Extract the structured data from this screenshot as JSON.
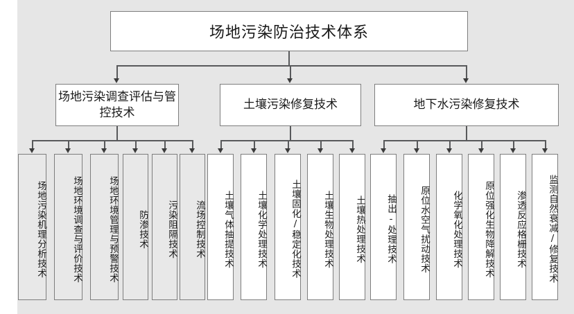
{
  "diagram": {
    "title": "场地污染防治技术体系",
    "background_color": "#e6e6e6",
    "box_border_color": "#7d7d7d",
    "shaded_fill": "#e8e8e8",
    "white_fill": "#ffffff",
    "connector_color": "#58595b",
    "groups": [
      {
        "label": "场地污染调查评估与管控技术",
        "leaves": [
          {
            "label": "场地污染机理分析技术",
            "shaded": true
          },
          {
            "label": "场地环境调查与评价技术",
            "shaded": true
          },
          {
            "label": "场地环境管理与预警技术",
            "shaded": true
          },
          {
            "label": "防渗技术",
            "shaded": true
          },
          {
            "label": "污染阻隔技术",
            "shaded": true
          },
          {
            "label": "流场控制技术",
            "shaded": true
          }
        ]
      },
      {
        "label": "土壤污染修复技术",
        "leaves": [
          {
            "label": "土壤气体抽提技术",
            "shaded": false
          },
          {
            "label": "土壤化学处理技术",
            "shaded": false
          },
          {
            "label": "土壤固化/稳定化技术",
            "shaded": false
          },
          {
            "label": "土壤生物处理技术",
            "shaded": false
          },
          {
            "label": "土壤热处理技术",
            "shaded": false
          }
        ]
      },
      {
        "label": "地下水污染修复技术",
        "leaves": [
          {
            "label": "抽出-处理技术",
            "shaded": false
          },
          {
            "label": "原位水空气扰动技术",
            "shaded": false
          },
          {
            "label": "化学氧化处理技术",
            "shaded": false
          },
          {
            "label": "原位强化生物降解技术",
            "shaded": false
          },
          {
            "label": "渗透反应格栅技术",
            "shaded": false
          },
          {
            "label": "监测自然衰减/修复技术",
            "shaded": false
          }
        ]
      }
    ]
  }
}
